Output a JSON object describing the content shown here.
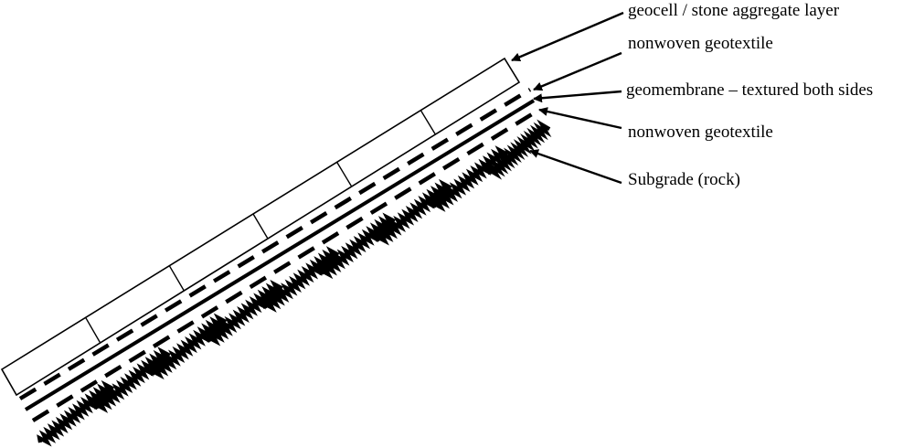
{
  "diagram": {
    "labels": {
      "geocell": "geocell / stone aggregate  layer",
      "geotextile_top": "nonwoven geotextile",
      "geomembrane": "geomembrane – textured both sides",
      "geotextile_bottom": "nonwoven geotextile",
      "subgrade": "Subgrade (rock)"
    },
    "geocell_cells": 6,
    "colors": {
      "ink": "#000000",
      "background": "#ffffff"
    }
  }
}
